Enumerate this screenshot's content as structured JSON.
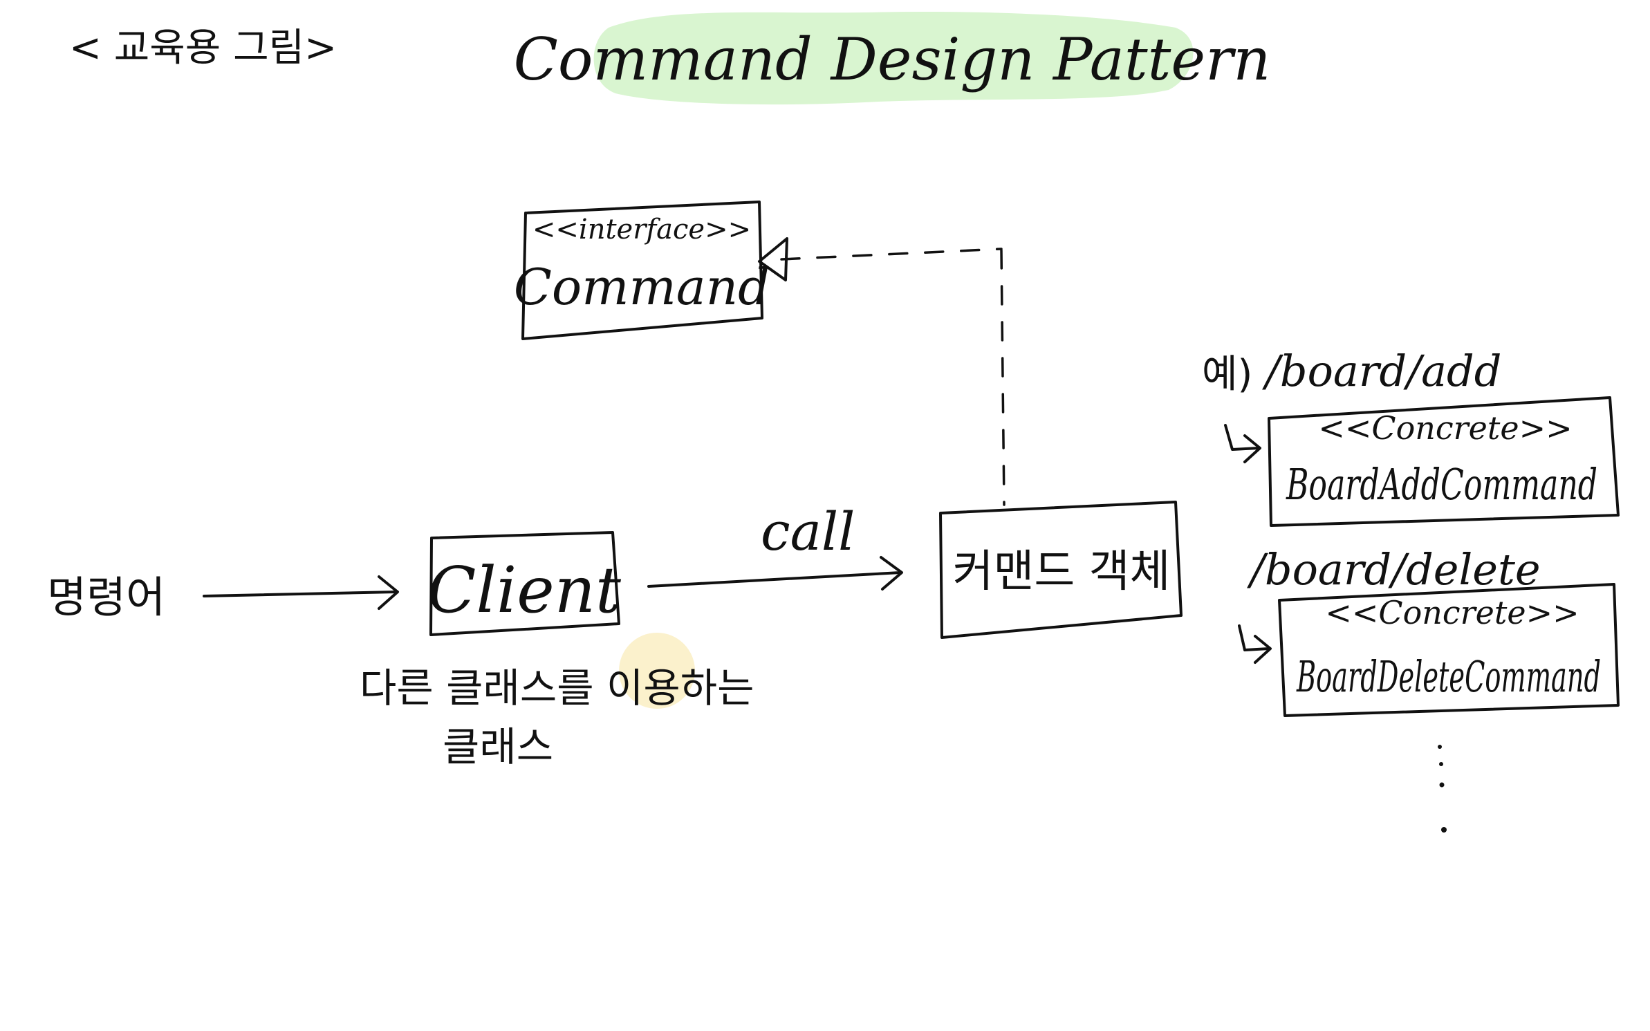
{
  "header": {
    "tag": "< 교육용 그림>",
    "title": "Command Design Pattern"
  },
  "command_interface": {
    "stereotype": "<<interface>>",
    "name": "Command"
  },
  "input_label": "명령어",
  "client": {
    "name": "Client",
    "caption_line1": "다른 클래스를 이용하는",
    "caption_line2": "클래스"
  },
  "call_label": "call",
  "command_object": "커맨드 객체",
  "examples": {
    "prefix": "예)",
    "add": {
      "path": "/board/add",
      "stereotype": "<<Concrete>>",
      "name": "BoardAddCommand"
    },
    "delete": {
      "path": "/board/delete",
      "stereotype": "<<Concrete>>",
      "name": "BoardDeleteCommand"
    }
  },
  "colors": {
    "title_highlight": "#d9f5d0",
    "word_highlight": "#fbf1cc",
    "ink": "#111111"
  }
}
